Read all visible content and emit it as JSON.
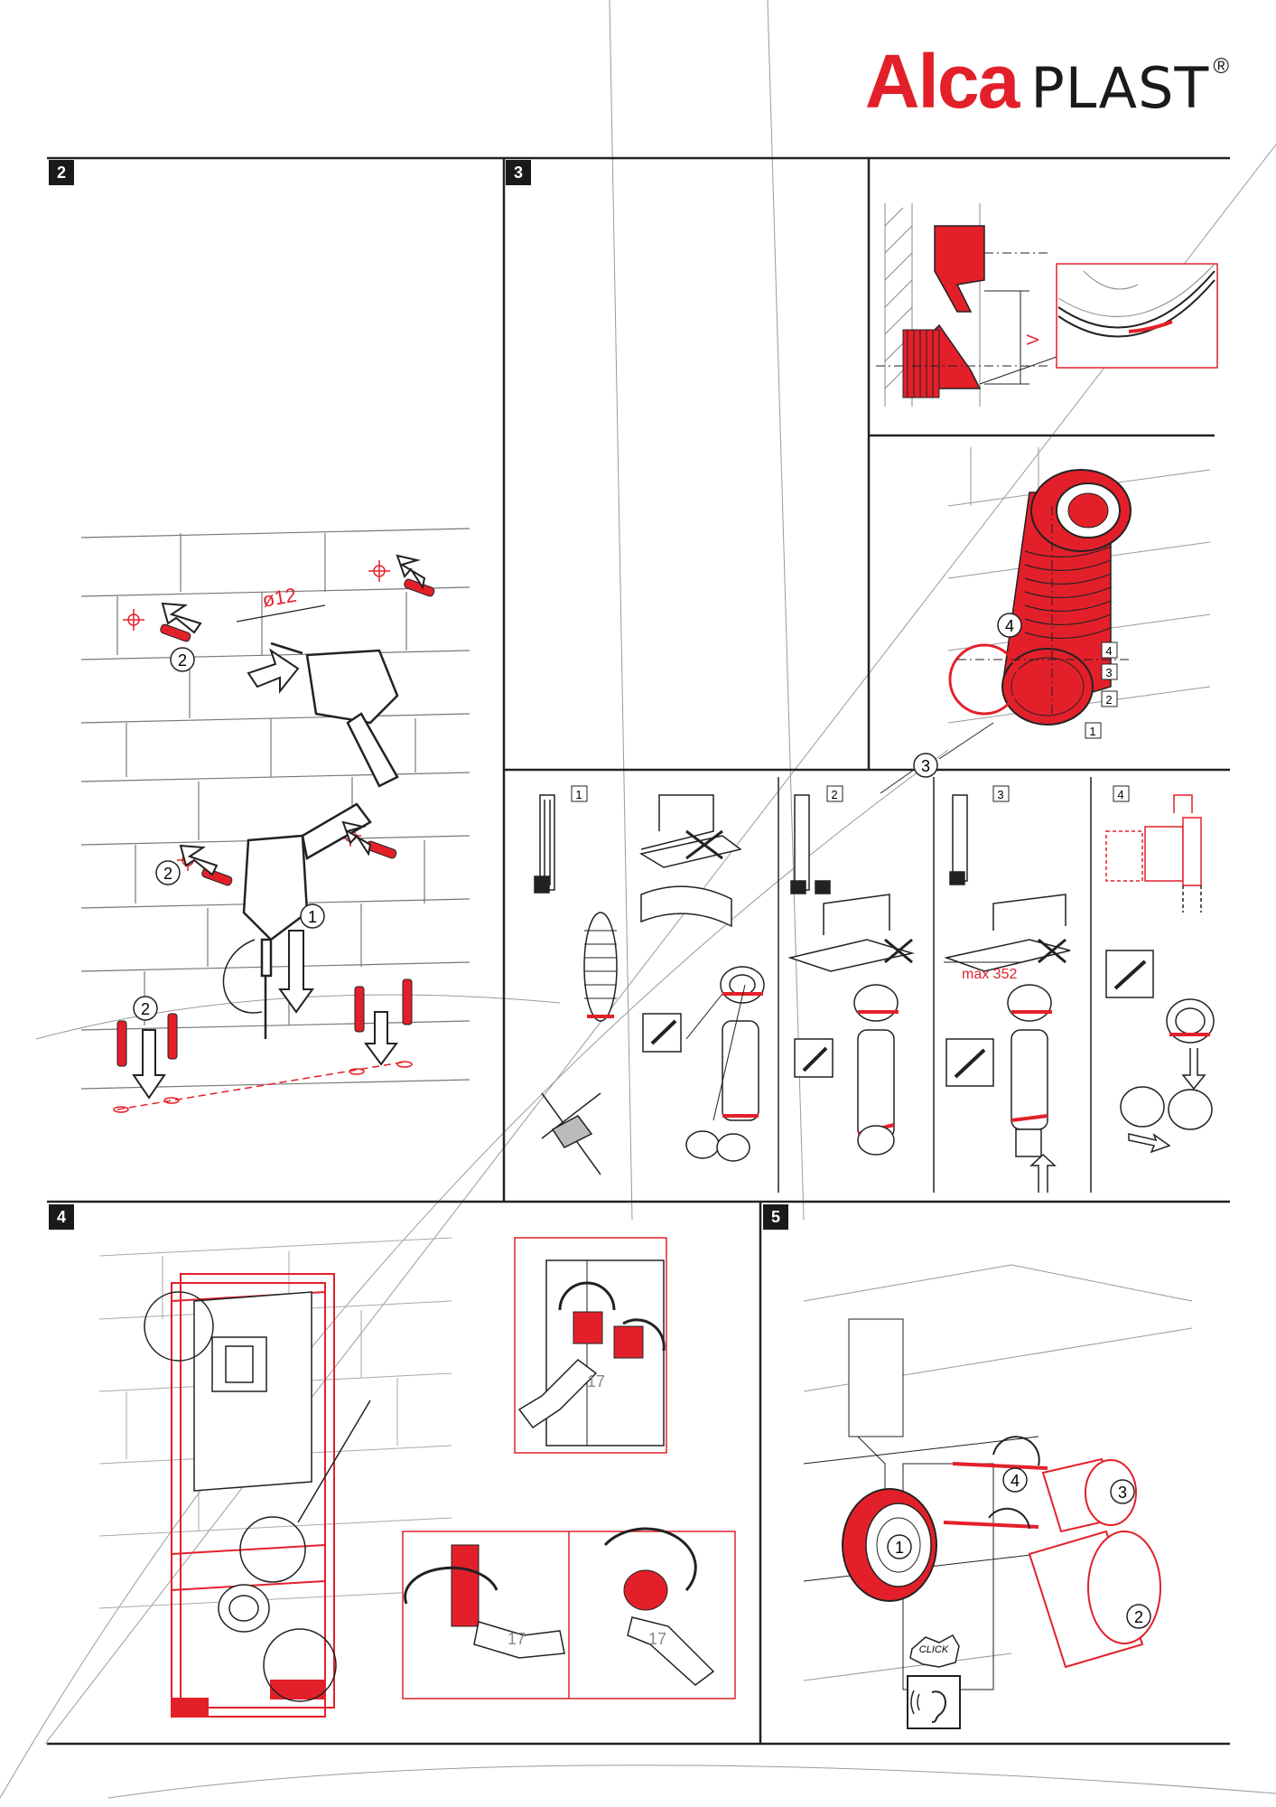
{
  "brand": {
    "name_red": "Alca",
    "name_black": "PLAST",
    "registered": "®"
  },
  "steps": [
    {
      "number": "2"
    },
    {
      "number": "3"
    },
    {
      "number": "4"
    },
    {
      "number": "5"
    }
  ],
  "step2": {
    "drill_diameter": "ø12",
    "callouts": [
      "2",
      "2",
      "1",
      "2"
    ]
  },
  "step3": {
    "top_dimension": "V",
    "callouts": [
      "4",
      "4",
      "3",
      "2",
      "1",
      "3"
    ],
    "substeps": [
      "1",
      "2",
      "3",
      "4"
    ],
    "max_label": "max 352"
  },
  "step4": {
    "wrench_size": "17"
  },
  "step5": {
    "callouts": [
      "4",
      "3",
      "1",
      "2"
    ],
    "click_label": "CLICK"
  },
  "colors": {
    "accent": "#e3202a",
    "ink": "#1a1a1a",
    "frame": "#222222"
  }
}
